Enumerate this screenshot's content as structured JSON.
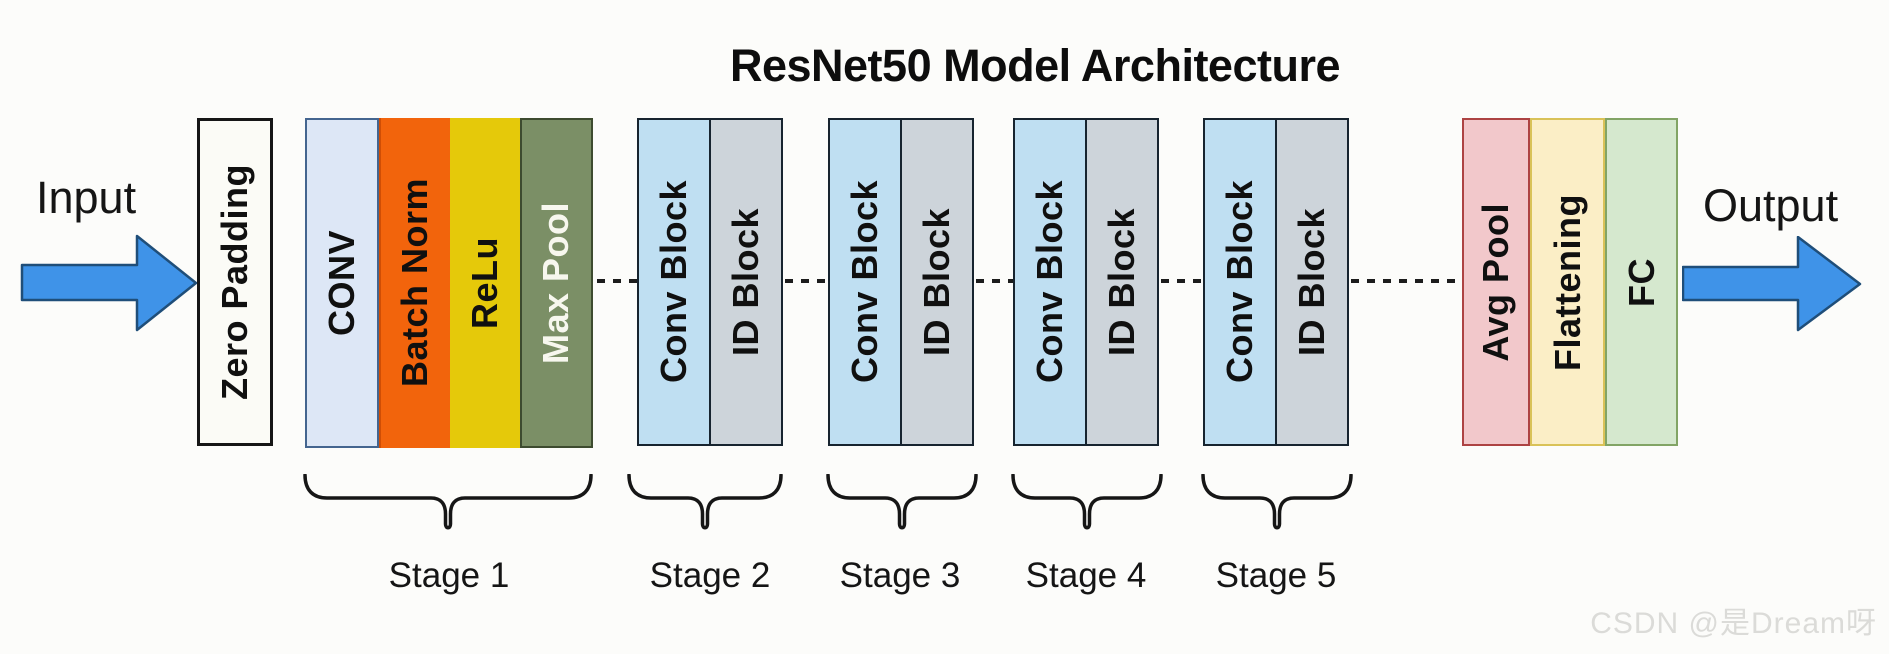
{
  "title": "ResNet50 Model Architecture",
  "endpoints": {
    "input": "Input",
    "output": "Output"
  },
  "preprocess": {
    "zero_padding": "Zero Padding"
  },
  "stages": [
    {
      "caption": "Stage 1",
      "blocks": [
        "CONV",
        "Batch Norm",
        "ReLu",
        "Max Pool"
      ]
    },
    {
      "caption": "Stage 2",
      "blocks": [
        "Conv Block",
        "ID Block"
      ]
    },
    {
      "caption": "Stage 3",
      "blocks": [
        "Conv Block",
        "ID Block"
      ]
    },
    {
      "caption": "Stage 4",
      "blocks": [
        "Conv Block",
        "ID Block"
      ]
    },
    {
      "caption": "Stage 5",
      "blocks": [
        "Avg Pool",
        "Flattening",
        "FC"
      ]
    },
    {
      "caption": "Stage 5",
      "blocks": [
        "Conv Block",
        "ID Block"
      ]
    }
  ],
  "head": {
    "blocks": [
      "Avg Pool",
      "Flattening",
      "FC"
    ]
  },
  "watermark": "CSDN @是Dream呀",
  "colors": {
    "arrow_fill": "#3f93e8",
    "arrow_outline": "#1f4e79",
    "zero_padding": "#fbfbf6",
    "conv": "#dde7f6",
    "batch_norm": "#f2640c",
    "relu": "#e5c90a",
    "max_pool": "#7b8f66",
    "conv_block": "#bfdff2",
    "id_block": "#cdd4da",
    "avg_pool": "#f2c8cb",
    "flattening": "#fbeec6",
    "fc": "#d5e8ce",
    "brace": "#161616",
    "watermark": "#dbdbd8"
  }
}
